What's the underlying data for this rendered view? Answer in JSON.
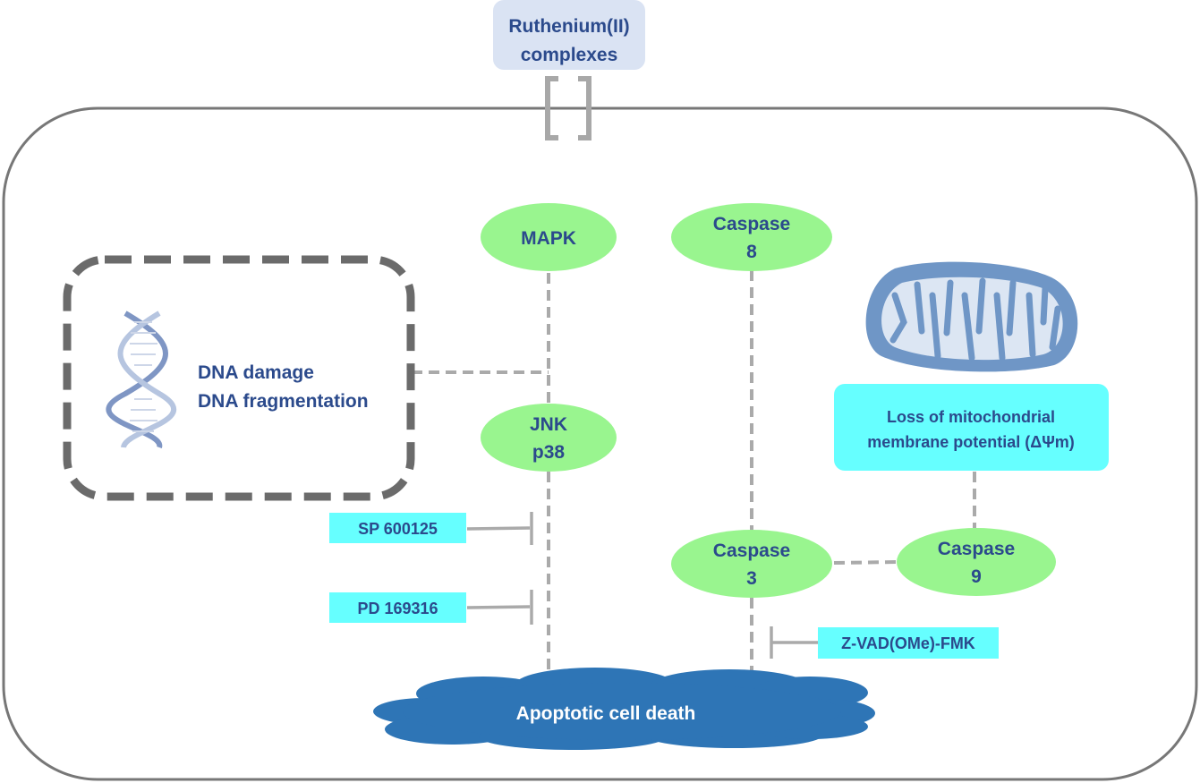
{
  "compound": {
    "line1": "Ruthenium(II)",
    "line2": "complexes"
  },
  "nodes": {
    "mapk": {
      "label": "MAPK"
    },
    "jnk": {
      "line1": "JNK",
      "line2": "p38"
    },
    "caspase8": {
      "line1": "Caspase",
      "line2": "8"
    },
    "caspase3": {
      "line1": "Caspase",
      "line2": "3"
    },
    "caspase9": {
      "line1": "Caspase",
      "line2": "9"
    }
  },
  "dna": {
    "line1": "DNA damage",
    "line2": "DNA fragmentation"
  },
  "mito": {
    "line1": "Loss of mitochondrial",
    "line2": "membrane potential (ΔΨm)"
  },
  "inhibitors": {
    "sp": "SP 600125",
    "pd": "PD 169316",
    "zvad": "Z-VAD(OMe)-FMK"
  },
  "outcome": {
    "label": "Apoptotic cell death"
  },
  "colors": {
    "node_green": "#99f58f",
    "inhibitor_cyan": "#66ffff",
    "compound_box": "#dae3f3",
    "cloud_blue": "#2e75b6",
    "mito_blue": "#6f96c6",
    "text_navy": "#2b4a8c",
    "connector_gray": "#aaaaaa",
    "membrane_gray": "#777777"
  }
}
